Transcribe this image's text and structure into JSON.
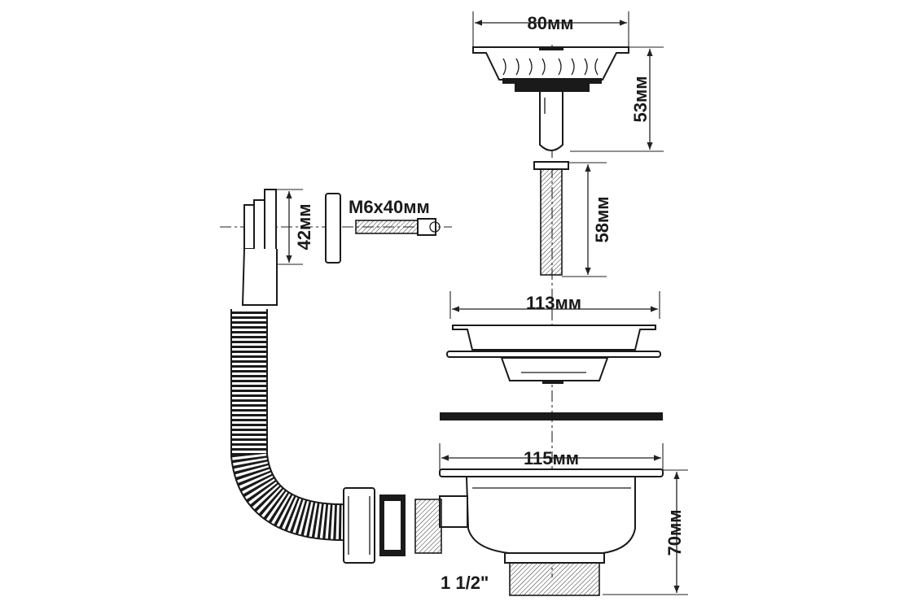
{
  "labels": {
    "strainer_width": "80мм",
    "strainer_height": "53мм",
    "screw_length": "58мм",
    "flange_width": "113мм",
    "body_width": "115мм",
    "body_height": "70мм",
    "overflow_height": "42мм",
    "overflow_screw": "M6x40мм",
    "outlet_thread": "1 1/2\""
  },
  "colors": {
    "ink": "#1a1a1a",
    "background": "#ffffff"
  }
}
